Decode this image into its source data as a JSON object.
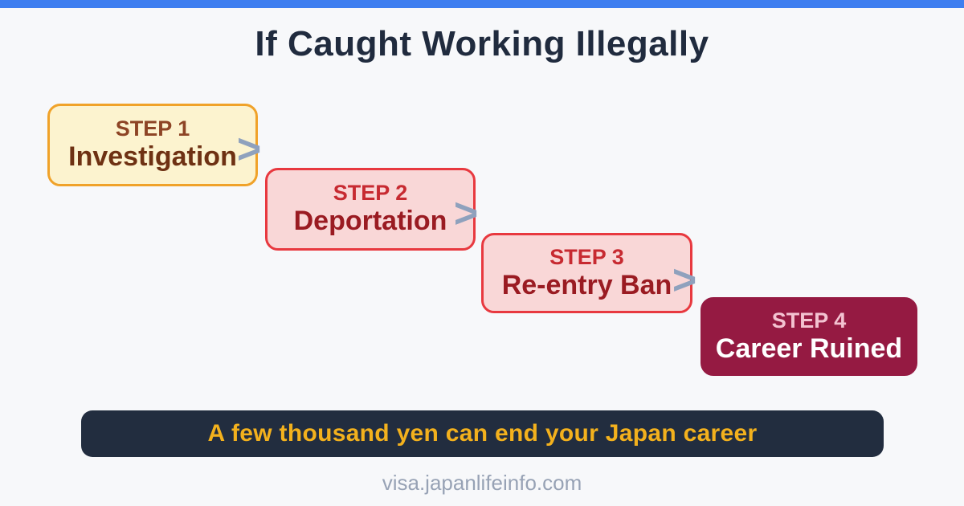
{
  "header": {
    "accent_bar_color": "#3e7ef0",
    "title": "If Caught Working Illegally",
    "title_color": "#202b3e"
  },
  "steps": [
    {
      "step_label": "STEP 1",
      "name": "Investigation",
      "fill": "#fcf3cf",
      "border": "#f0a229",
      "step_color": "#8d4425",
      "name_color": "#6e3113"
    },
    {
      "step_label": "STEP 2",
      "name": "Deportation",
      "fill": "#f9d7d7",
      "border": "#e8393f",
      "step_color": "#c72a31",
      "name_color": "#9a1b22"
    },
    {
      "step_label": "STEP 3",
      "name": "Re-entry Ban",
      "fill": "#f9d7d7",
      "border": "#e8393f",
      "step_color": "#c72a31",
      "name_color": "#9a1b22"
    },
    {
      "step_label": "STEP 4",
      "name": "Career Ruined",
      "fill": "#951a42",
      "border": "#951a42",
      "step_color": "#f3c3d1",
      "name_color": "#ffffff"
    }
  ],
  "arrow": {
    "icon": "chevron-right-icon",
    "glyph": ">",
    "color": "#8fa1bd"
  },
  "banner": {
    "text": "A few thousand yen can end your Japan career",
    "bg": "#222d3f",
    "text_color": "#f3b11d"
  },
  "footer": {
    "url": "visa.japanlifeinfo.com",
    "color": "#97a2b5"
  },
  "background": "#f7f8fa"
}
